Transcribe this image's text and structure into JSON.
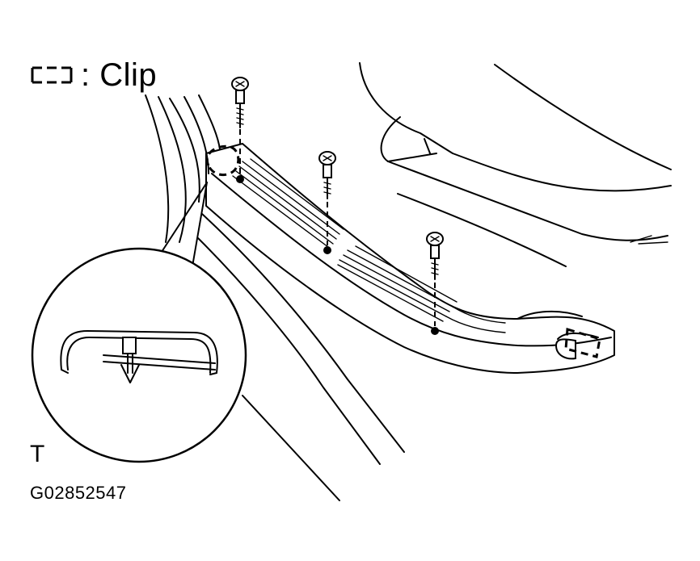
{
  "legend": {
    "symbol_icon": "dashed-clip-outline",
    "label": ": Clip"
  },
  "corner_mark": "T",
  "figure_code": "G02852547"
}
